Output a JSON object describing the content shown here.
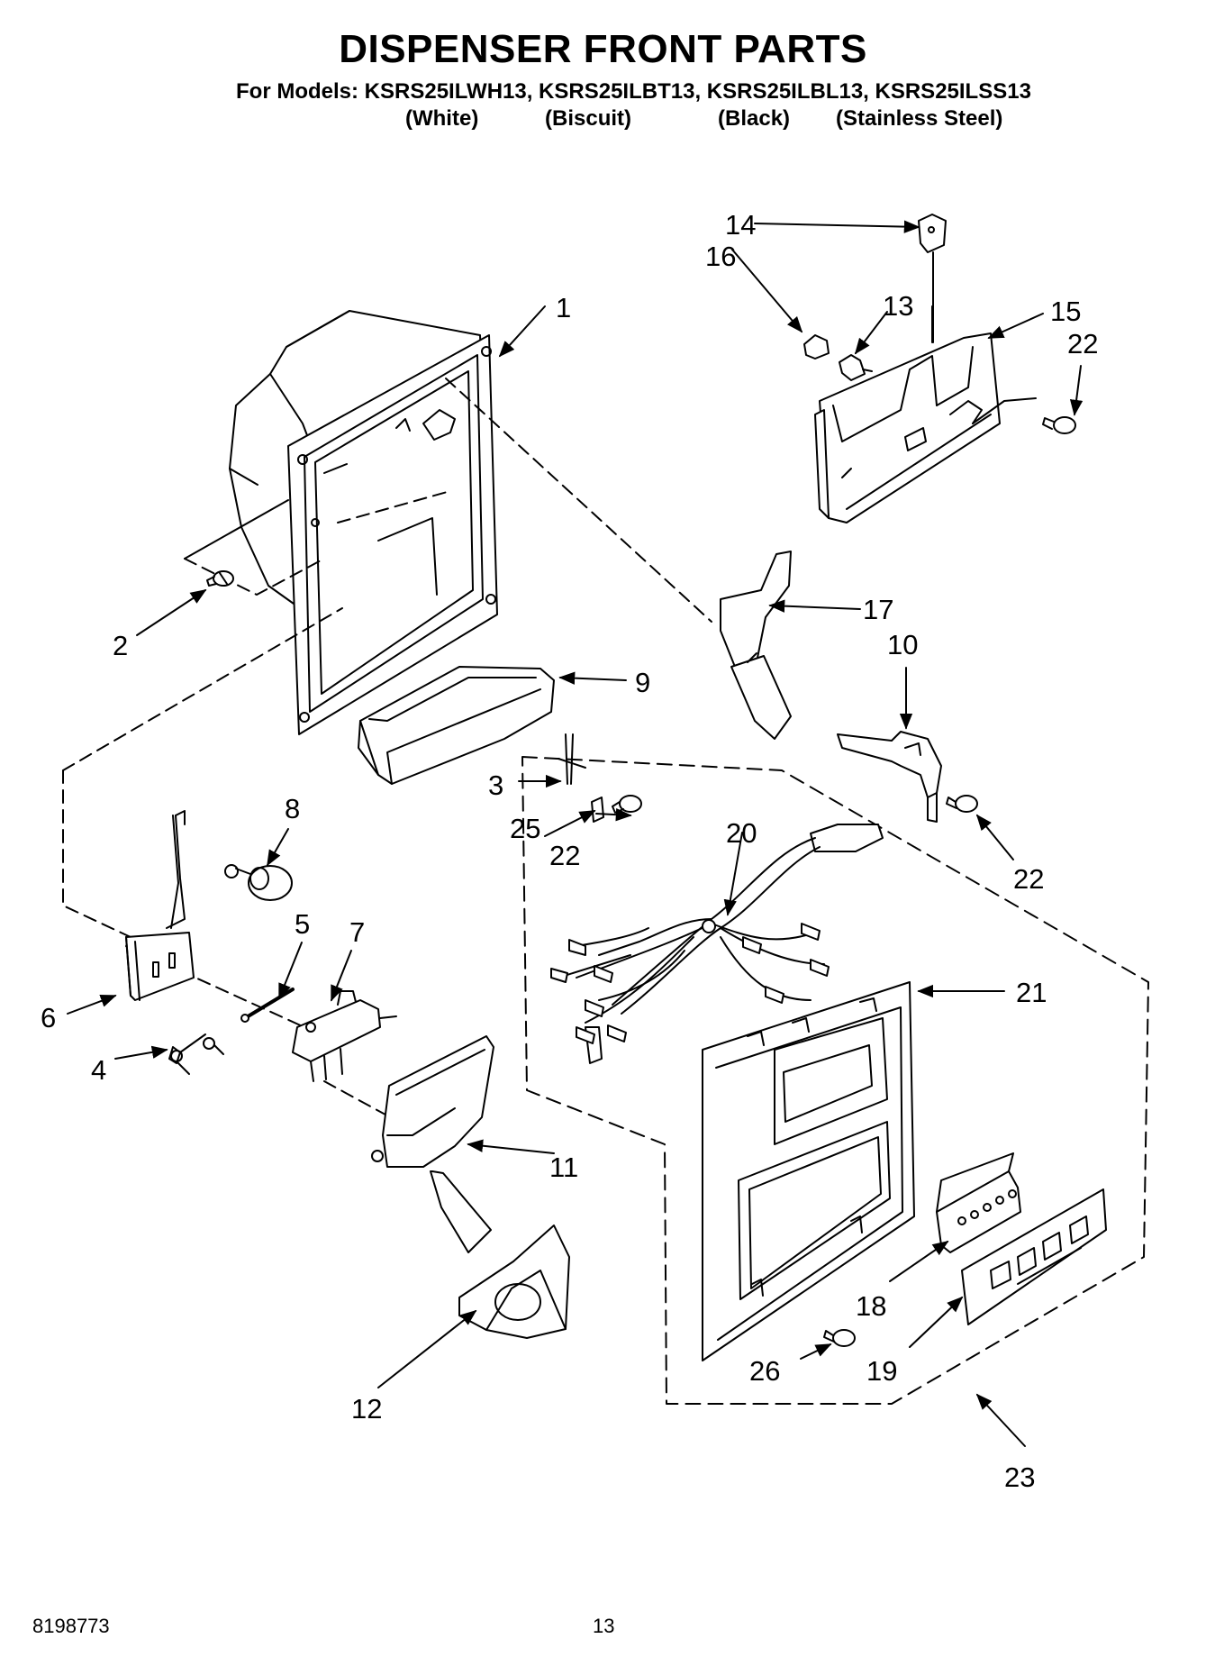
{
  "header": {
    "title": "DISPENSER FRONT PARTS",
    "models_line": "For Models: KSRS25ILWH13, KSRS25ILBT13, KSRS25ILBL13, KSRS25ILSS13",
    "variants": [
      "(White)",
      "(Biscuit)",
      "(Black)",
      "(Stainless Steel)"
    ]
  },
  "callouts": [
    "1",
    "2",
    "3",
    "4",
    "5",
    "6",
    "7",
    "8",
    "9",
    "10",
    "11",
    "12",
    "13",
    "14",
    "15",
    "16",
    "17",
    "18",
    "19",
    "20",
    "21",
    "22",
    "22",
    "22",
    "23",
    "25",
    "26"
  ],
  "footer": {
    "doc_number": "8198773",
    "page_number": "13"
  }
}
